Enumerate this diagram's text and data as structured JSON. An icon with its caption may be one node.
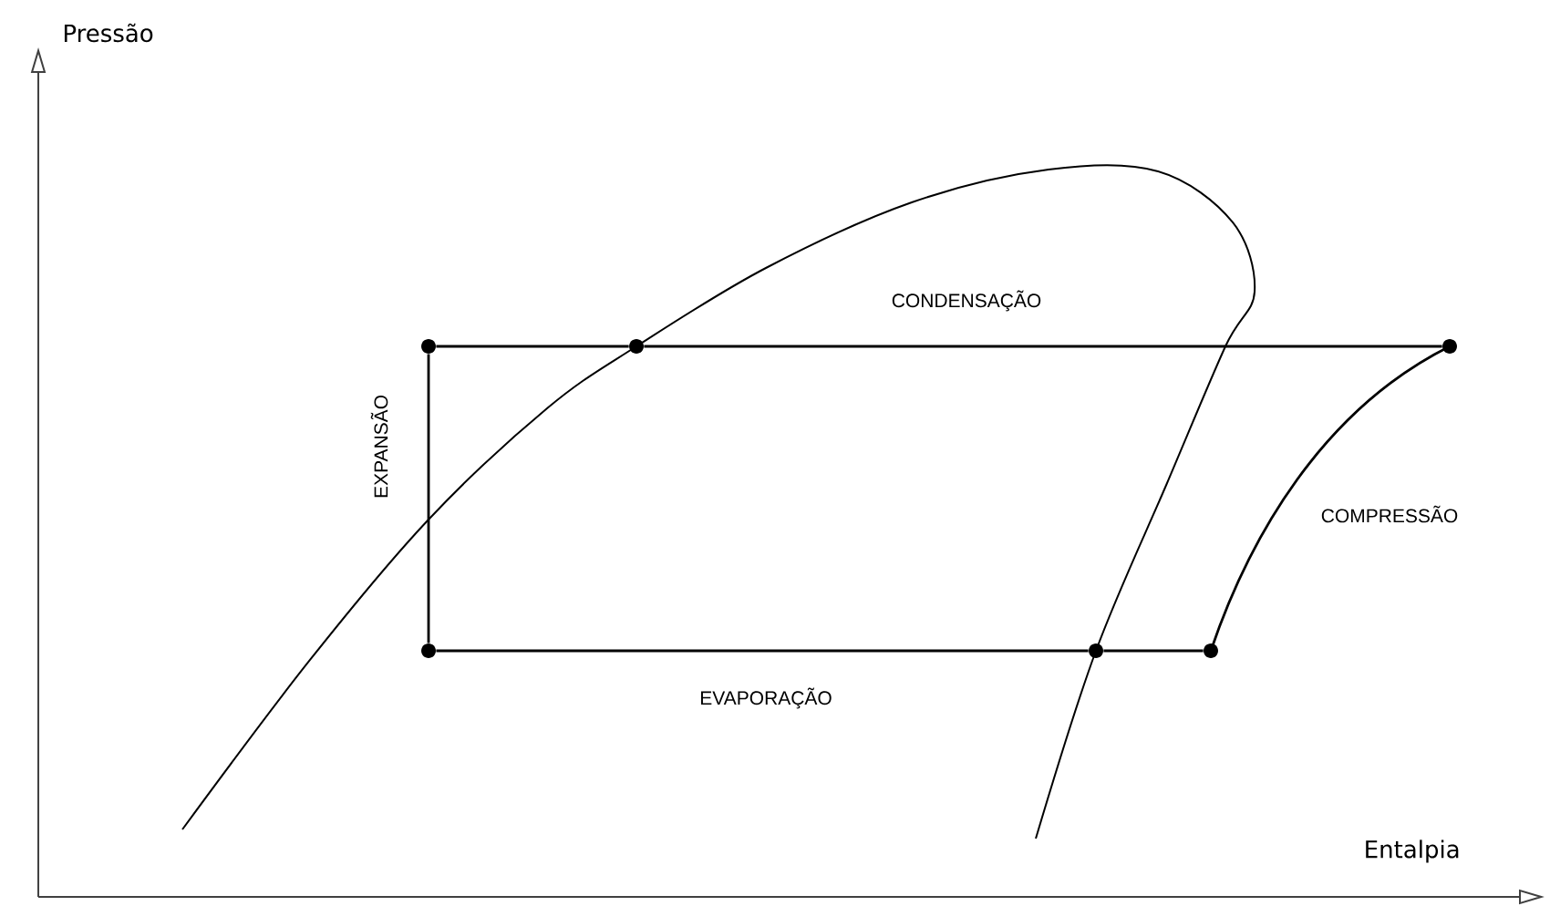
{
  "diagram": {
    "nodes": [
      {
        "text": [],
        "shape": "circle"
      },
      {
        "text": [],
        "shape": "circle"
      },
      {
        "text": [],
        "shape": "circle"
      },
      {
        "text": [],
        "shape": "circle"
      },
      {
        "text": [],
        "shape": "circle"
      },
      {
        "text": [],
        "shape": "circle"
      }
    ],
    "edges": [
      {
        "from": 0,
        "to": 1,
        "arrow": "none"
      },
      {
        "from": 1,
        "to": 2,
        "arrow": "none"
      },
      {
        "from": 0,
        "to": 3,
        "arrow": "none"
      },
      {
        "from": 3,
        "to": 4,
        "arrow": "none"
      },
      {
        "from": 4,
        "to": 5,
        "arrow": "none"
      },
      {
        "from": 5,
        "to": 2,
        "arrow": "none"
      }
    ],
    "labels": [
      "Pressão",
      "CONDENSAÇÃO",
      "EXPANSÃO",
      "COMPRESSÃO",
      "EVAPORAÇÃO",
      "Entalpia"
    ]
  }
}
